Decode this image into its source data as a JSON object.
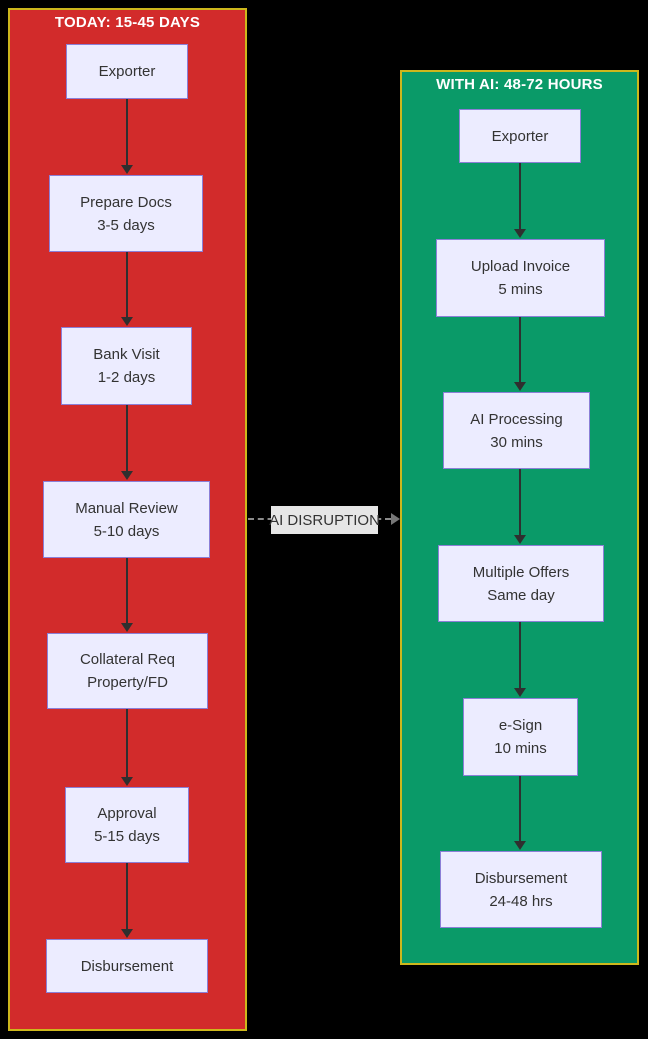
{
  "diagram": {
    "background_color": "#000000",
    "panel_border_color": "#cdb71c",
    "node_fill_color": "#ececff",
    "node_border_color": "#8b7fd7",
    "node_text_color": "#333333",
    "arrow_color": "#2f2f2f",
    "connector": {
      "label": "AI DISRUPTION",
      "line_color": "#8a8a8a",
      "label_bg_color": "#e6e6e6",
      "label_text_color": "#333333"
    },
    "panels": [
      {
        "title": "TODAY: 15-45 DAYS",
        "fill_color": "#d22b2b",
        "title_color": "#ffffff",
        "nodes": [
          {
            "label": "Exporter",
            "sublabel": ""
          },
          {
            "label": "Prepare Docs",
            "sublabel": "3-5 days"
          },
          {
            "label": "Bank Visit",
            "sublabel": "1-2 days"
          },
          {
            "label": "Manual Review",
            "sublabel": "5-10 days"
          },
          {
            "label": "Collateral Req",
            "sublabel": "Property/FD"
          },
          {
            "label": "Approval",
            "sublabel": "5-15 days"
          },
          {
            "label": "Disbursement",
            "sublabel": ""
          }
        ]
      },
      {
        "title": "WITH AI: 48-72 HOURS",
        "fill_color": "#0a9a68",
        "title_color": "#ffffff",
        "nodes": [
          {
            "label": "Exporter",
            "sublabel": ""
          },
          {
            "label": "Upload Invoice",
            "sublabel": "5 mins"
          },
          {
            "label": "AI Processing",
            "sublabel": "30 mins"
          },
          {
            "label": "Multiple Offers",
            "sublabel": "Same day"
          },
          {
            "label": "e-Sign",
            "sublabel": "10 mins"
          },
          {
            "label": "Disbursement",
            "sublabel": "24-48 hrs"
          }
        ]
      }
    ]
  }
}
